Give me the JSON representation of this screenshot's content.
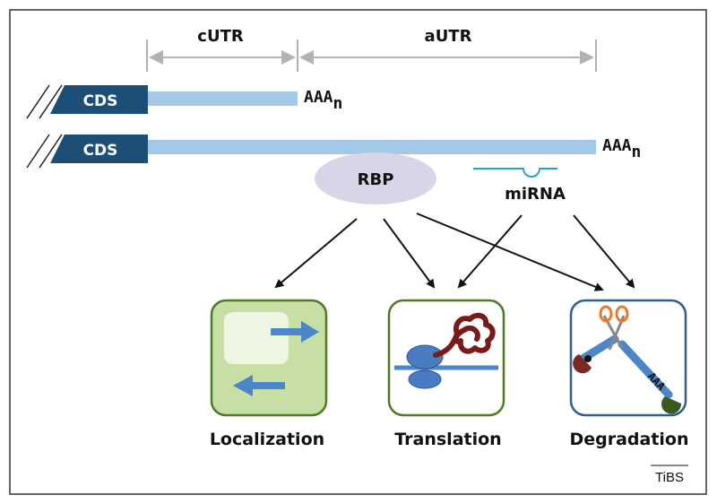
{
  "labels": {
    "cutr": "cUTR",
    "autr": "aUTR",
    "cds_top": "CDS",
    "cds_bottom": "CDS",
    "polya_prefix_top": "AAA",
    "polya_sub_top": "n",
    "polya_prefix_bottom": "AAA",
    "polya_sub_bottom": "n",
    "rbp": "RBP",
    "mirna": "miRNA",
    "localization": "Localization",
    "translation": "Translation",
    "degradation": "Degradation",
    "degradation_tail": "AAA",
    "journal_mark": "TiBS"
  },
  "colors": {
    "cds_fill": "#1d4e75",
    "utr_bar": "#a4c8e8",
    "dim_arrow": "#b3b3b3",
    "rbp_fill": "#d6d6e8",
    "mirna": "#2a9fd6",
    "localization_bg": "#c7dfa4",
    "localization_border": "#4e7a22",
    "translation_border": "#4e7a22",
    "degradation_border": "#2f5f8f",
    "arrow_blue": "#4a86c8",
    "ribosome": "#4a7cc4",
    "peptide": "#7a1b1b"
  }
}
